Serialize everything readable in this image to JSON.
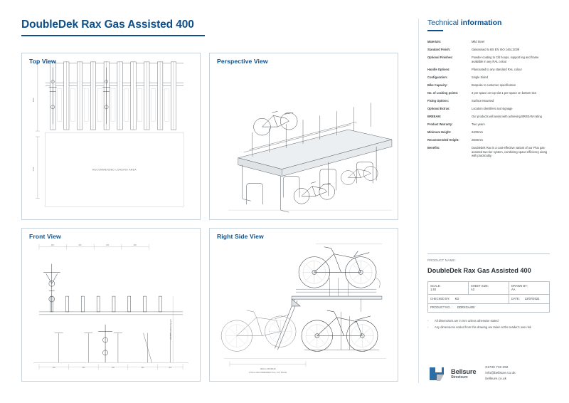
{
  "document": {
    "title": "DoubleDek Rax Gas Assisted 400"
  },
  "panels": [
    {
      "id": "top",
      "label": "Top View",
      "annotation": "RECOMMENDED LOADING AREA"
    },
    {
      "id": "persp",
      "label": "Perspective View",
      "annotation": ""
    },
    {
      "id": "front",
      "label": "Front View",
      "annotation": ""
    },
    {
      "id": "right",
      "label": "Right Side View",
      "annotation": "1500mm MINIMUM\n1750mm RECOMMENDED PULL OUT SPACE"
    }
  ],
  "technical": {
    "heading_light": "Technical ",
    "heading_bold": "information",
    "rows": [
      {
        "key": "Materials:",
        "value": "Mild Steel"
      },
      {
        "key": "Standard Finish:",
        "value": "Galvanised to BS EN ISO 1461:2009"
      },
      {
        "key": "Optional Finishes:",
        "value": "Powder-coating to Clit hoops, support leg and frame available in any RAL colour"
      },
      {
        "key": "Handle Options:",
        "value": "Plascoated to any standard RAL colour"
      },
      {
        "key": "Configuration:",
        "value": "Single Sided"
      },
      {
        "key": "Bike Capacity:",
        "value": "Bespoke to customer specification"
      },
      {
        "key": "No. of Locking points:",
        "value": "3 per space on top slot\n1 per space on bottom slot"
      },
      {
        "key": "Fixing Options:",
        "value": "Surface Mounted"
      },
      {
        "key": "Optional Extras:",
        "value": "Location identifiers and signage"
      },
      {
        "key": "BREEAM:",
        "value": "Our products will assist with achieving BREEAM rating"
      },
      {
        "key": "Product Warranty:",
        "value": "Two years"
      },
      {
        "key": "Minimum Height:",
        "value": "2400mm"
      },
      {
        "key": "Recommended Height:",
        "value": "2600mm"
      },
      {
        "key": "Benefits:",
        "value": "Doubledek Rax is a cost-effective variant of our Plus gas-assisted two-tier system, combining space-efficiency along with practicality."
      }
    ]
  },
  "product_block": {
    "product_name_label": "PRODUCT NAME:",
    "product_name": "DoubleDek Rax Gas Assisted 400",
    "scale_label": "SCALE:",
    "scale_value": "1:40",
    "sheet_size_label": "SHEET SIZE:",
    "sheet_size_value": "A3",
    "drawn_by_label": "DRAWN BY:",
    "drawn_by_value": "AA",
    "checked_by_label": "CHECKED BY:",
    "checked_by_value": "KD",
    "date_label": "DATE:",
    "date_value": "22/07/2022",
    "product_no_label": "PRODUCT NO. :",
    "product_no_value": "DDRXGA400"
  },
  "notes": [
    "All dimensions are in mm unless otherwise stated",
    "Any dimensions scaled from this drawing are taken at the reader's own risk"
  ],
  "footer": {
    "logo_name": "Bellsure",
    "logo_sub": "Streetsure",
    "phone": "01730 719 292",
    "email": "info@bellsure.co.uk",
    "website": "bellsure.co.uk"
  },
  "colors": {
    "brand_blue": "#0d4f8b",
    "panel_border": "#c9d3db",
    "text_grey": "#3b4043",
    "logo_blue": "#2e6ca4",
    "logo_grey": "#b9bfc4"
  }
}
